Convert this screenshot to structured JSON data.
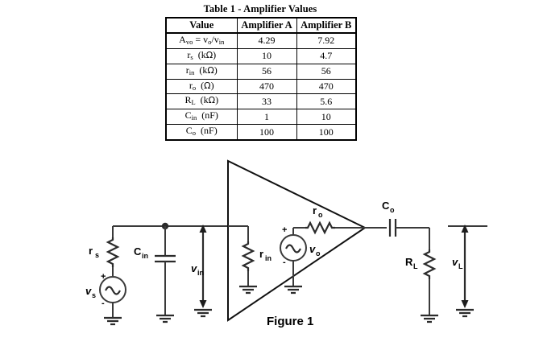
{
  "table": {
    "title": "Table 1 - Amplifier Values",
    "columns": [
      "Value",
      "Amplifier A",
      "Amplifier B"
    ],
    "rows": [
      {
        "label_main": "A",
        "label_sub": "vo",
        "label_rest": " = v",
        "label_rest_sub": "o",
        "label_rest2": "/v",
        "label_rest2_sub": "in",
        "label_plain": "Avo = vo/vin",
        "a": "4.29",
        "b": "7.92"
      },
      {
        "label_main": "r",
        "label_sub": "s",
        "unit": "(kΩ)",
        "label_plain": "rs (kΩ)",
        "a": "10",
        "b": "4.7"
      },
      {
        "label_main": "r",
        "label_sub": "in",
        "unit": "(kΩ)",
        "label_plain": "rin (kΩ)",
        "a": "56",
        "b": "56"
      },
      {
        "label_main": "r",
        "label_sub": "o",
        "unit": "(Ω)",
        "label_plain": "ro (Ω)",
        "a": "470",
        "b": "470"
      },
      {
        "label_main": "R",
        "label_sub": "L",
        "unit": "(kΩ)",
        "label_plain": "RL (kΩ)",
        "a": "33",
        "b": "5.6"
      },
      {
        "label_main": "C",
        "label_sub": "in",
        "unit": "(nF)",
        "label_plain": "Cin (nF)",
        "a": "1",
        "b": "10"
      },
      {
        "label_main": "C",
        "label_sub": "o",
        "unit": "(nF)",
        "label_plain": "Co (nF)",
        "a": "100",
        "b": "100"
      }
    ]
  },
  "figure": {
    "caption": "Figure 1",
    "labels": {
      "rs": "r",
      "rs_sub": "s",
      "vs": "v",
      "vs_sub": "s",
      "cin": "C",
      "cin_sub": "in",
      "vin": "v",
      "vin_sub": "in",
      "rin": "r",
      "rin_sub": "in",
      "vo": "v",
      "vo_sub": "o",
      "ro": "r",
      "ro_sub": "o",
      "co": "C",
      "co_sub": "o",
      "rl": "R",
      "rl_sub": "L",
      "vl": "v",
      "vl_sub": "L",
      "plus": "+",
      "minus": "-"
    }
  },
  "colors": {
    "ink": "#000000",
    "wire": "#3a3a3a",
    "background": "#ffffff"
  }
}
